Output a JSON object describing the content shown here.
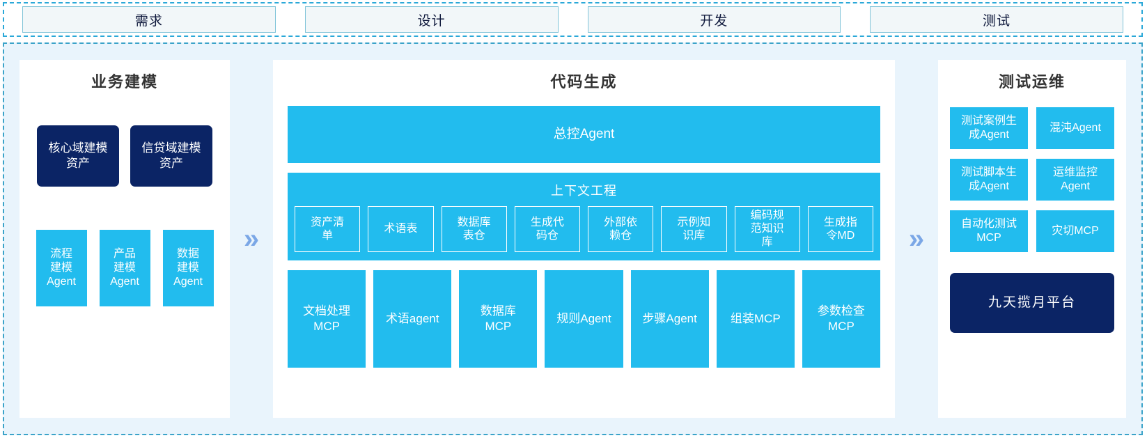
{
  "phases": {
    "items": [
      {
        "label": "需求"
      },
      {
        "label": "设计"
      },
      {
        "label": "开发"
      },
      {
        "label": "测试"
      }
    ]
  },
  "arrows": {
    "glyph": "»",
    "color": "#7ba7e6"
  },
  "colors": {
    "accent_blue": "#22bcee",
    "navy": "#0b2465",
    "background": "#e9f4fc",
    "phase_border": "#7fc3d8",
    "phase_fill": "#f2f7f9",
    "dashed_border": "#3ba3c9"
  },
  "left_panel": {
    "title": "业务建模",
    "assets": [
      {
        "label": "核心域建模\n资产"
      },
      {
        "label": "信贷域建模\n资产"
      }
    ],
    "agents": [
      {
        "label": "流程\n建模\nAgent"
      },
      {
        "label": "产品\n建模\nAgent"
      },
      {
        "label": "数据\n建模\nAgent"
      }
    ]
  },
  "center_panel": {
    "title": "代码生成",
    "master_agent": "总控Agent",
    "context": {
      "title": "上下文工程",
      "chips": [
        {
          "label": "资产清\n单"
        },
        {
          "label": "术语表"
        },
        {
          "label": "数据库\n表仓"
        },
        {
          "label": "生成代\n码仓"
        },
        {
          "label": "外部依\n赖仓"
        },
        {
          "label": "示例知\n识库"
        },
        {
          "label": "编码规\n范知识\n库"
        },
        {
          "label": "生成指\n令MD"
        }
      ]
    },
    "tools": [
      {
        "label": "文档处理\nMCP"
      },
      {
        "label": "术语agent"
      },
      {
        "label": "数据库\nMCP"
      },
      {
        "label": "规则Agent"
      },
      {
        "label": "步骤Agent"
      },
      {
        "label": "组装MCP"
      },
      {
        "label": "参数检查\nMCP"
      }
    ]
  },
  "right_panel": {
    "title": "测试运维",
    "items": [
      {
        "label": "测试案例生\n成Agent"
      },
      {
        "label": "混沌Agent"
      },
      {
        "label": "测试脚本生\n成Agent"
      },
      {
        "label": "运维监控\nAgent"
      },
      {
        "label": "自动化测试\nMCP"
      },
      {
        "label": "灾切MCP"
      }
    ],
    "platform": "九天揽月平台"
  }
}
